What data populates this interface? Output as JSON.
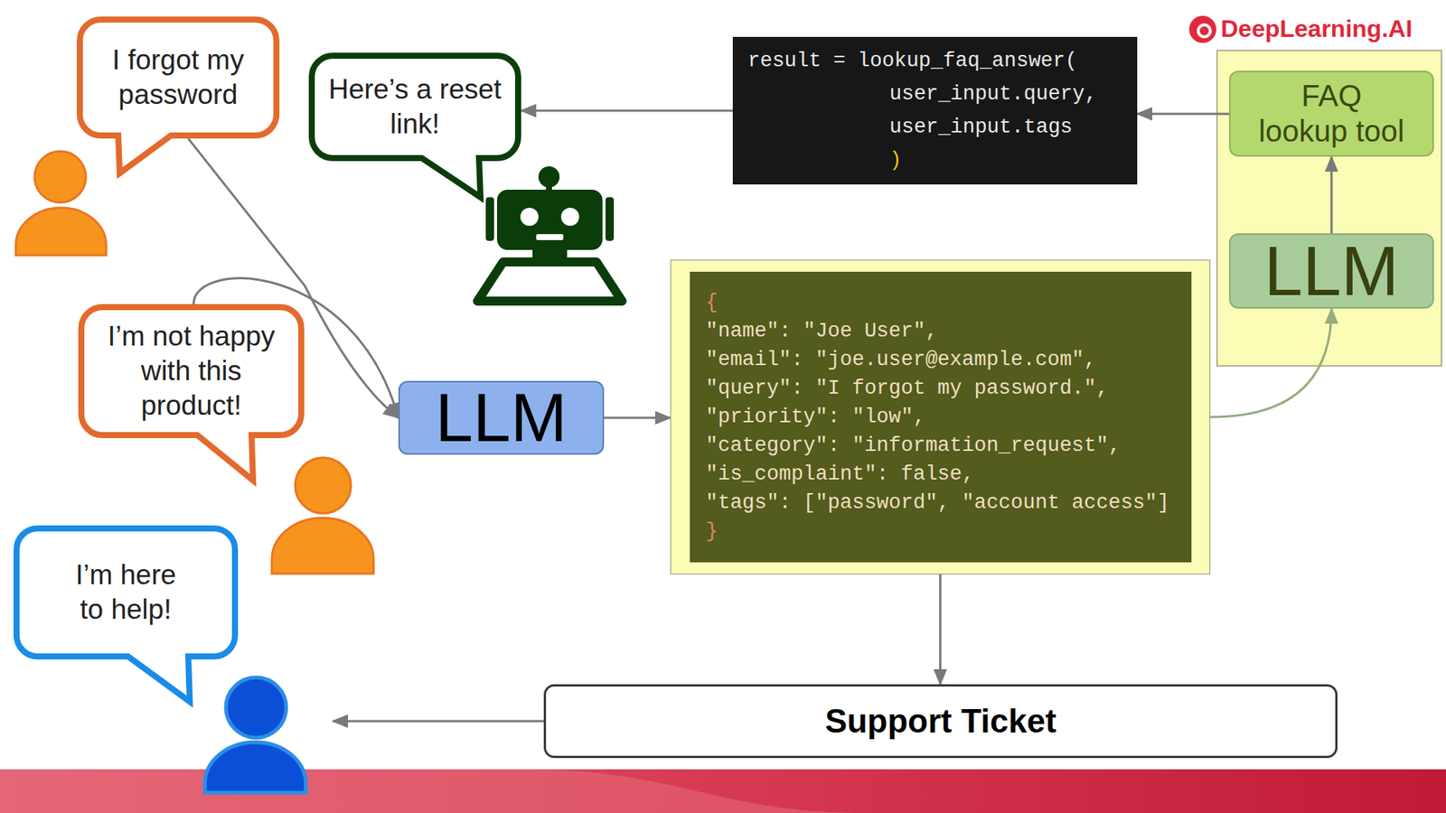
{
  "diagram": {
    "nodes": [
      {
        "text": [
          "I forgot my password"
        ]
      },
      {
        "text": [
          "Here’s a reset link!"
        ]
      },
      {
        "text": [
          "result = lookup_faq_answer(",
          "user_input.query,",
          "user_input.tags",
          ")"
        ]
      },
      {
        "text": [
          "FAQ lookup tool"
        ]
      },
      {
        "text": [
          "LLM"
        ]
      },
      {
        "text": [
          "I’m not happy with this product!"
        ]
      },
      {
        "text": [
          "LLM"
        ]
      },
      {
        "text": [
          "{",
          "\"name\": \"Joe User\",",
          "\"email\": \"joe.user@example.com\",",
          "\"query\": \"I forgot my password.\",",
          "\"priority\": \"low\",",
          "\"category\": \"information_request\",",
          "\"is_complaint\": false,",
          "\"tags\": [\"password\", \"account access\"]",
          "}"
        ]
      },
      {
        "text": [
          "I’m here to help!"
        ]
      },
      {
        "text": [
          "Support Ticket"
        ]
      }
    ],
    "edges": [
      {
        "from": 0,
        "to": 6,
        "arrow": "to"
      },
      {
        "from": 5,
        "to": 6,
        "arrow": "to"
      },
      {
        "from": 6,
        "to": 7,
        "arrow": "to"
      },
      {
        "from": 7,
        "to": 4,
        "arrow": "to"
      },
      {
        "from": 4,
        "to": 3,
        "arrow": "to"
      },
      {
        "from": 3,
        "to": 2,
        "arrow": "to"
      },
      {
        "from": 2,
        "to": 1,
        "arrow": "to"
      },
      {
        "from": 7,
        "to": 9,
        "arrow": "to"
      }
    ],
    "labels": [
      "DeepLearning.AI"
    ]
  }
}
